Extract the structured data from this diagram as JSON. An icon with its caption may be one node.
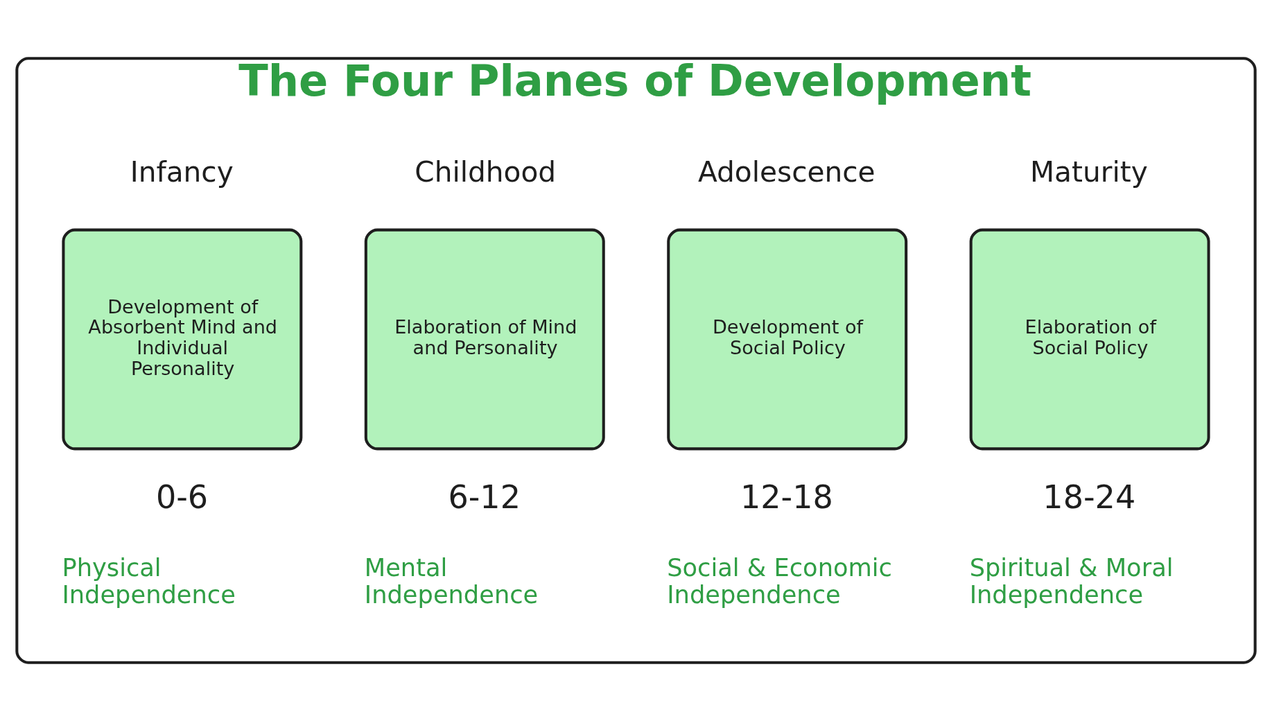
{
  "diagram": {
    "nodes": [
      {
        "text": [
          "The Four Planes of Development"
        ]
      },
      {
        "text": [
          "Infancy",
          "Development of Absorbent Mind and Individual Personality"
        ],
        "in": 0,
        "beside": [
          "0-6",
          "Physical Independence"
        ]
      },
      {
        "text": [
          "Childhood",
          "Elaboration of Mind and Personality"
        ],
        "in": 0,
        "beside": [
          "6-12",
          "Mental Independence"
        ]
      },
      {
        "text": [
          "Adolescence",
          "Development of Social Policy"
        ],
        "in": 0,
        "beside": [
          "12-18",
          "Social & Economic Independence"
        ]
      },
      {
        "text": [
          "Maturity",
          "Elaboration of Social Policy"
        ],
        "in": 0,
        "beside": [
          "18-24",
          "Spiritual & Moral Independence"
        ]
      }
    ]
  }
}
